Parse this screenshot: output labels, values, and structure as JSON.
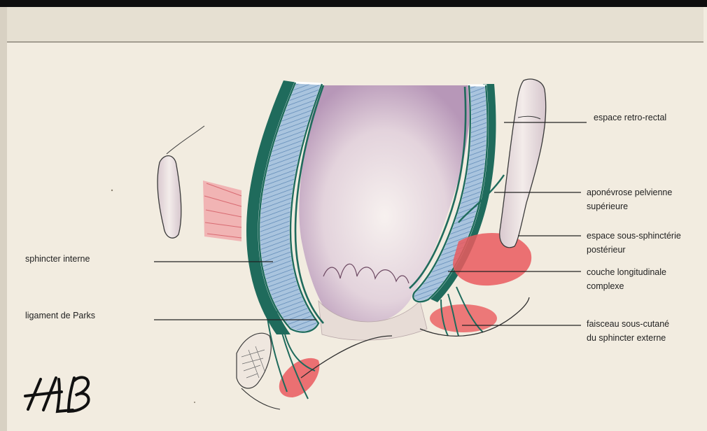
{
  "labels": {
    "retro_rectal": [
      "espace retro-rectal"
    ],
    "aponevrose": [
      "aponévrose pelvienne",
      "supérieure"
    ],
    "sous_sphincterien": [
      "espace sous-sphinctérie",
      "postérieur"
    ],
    "couche_longitudinale": [
      "couche longitudinale",
      "complexe"
    ],
    "faisceau": [
      "faisceau sous-cutané",
      "du sphincter externe"
    ],
    "sphincter_interne": [
      "sphincter interne"
    ],
    "ligament_parks": [
      "ligament de Parks"
    ]
  },
  "signature": "HLB",
  "colors": {
    "paper": "#f2ece0",
    "muscle_green": "#1f6b5c",
    "sphincter_blue": "#a9c4de",
    "lumen_purple": "#c7aec8",
    "red_space": "#ea5b5e",
    "bone": "#e2d6d4"
  }
}
